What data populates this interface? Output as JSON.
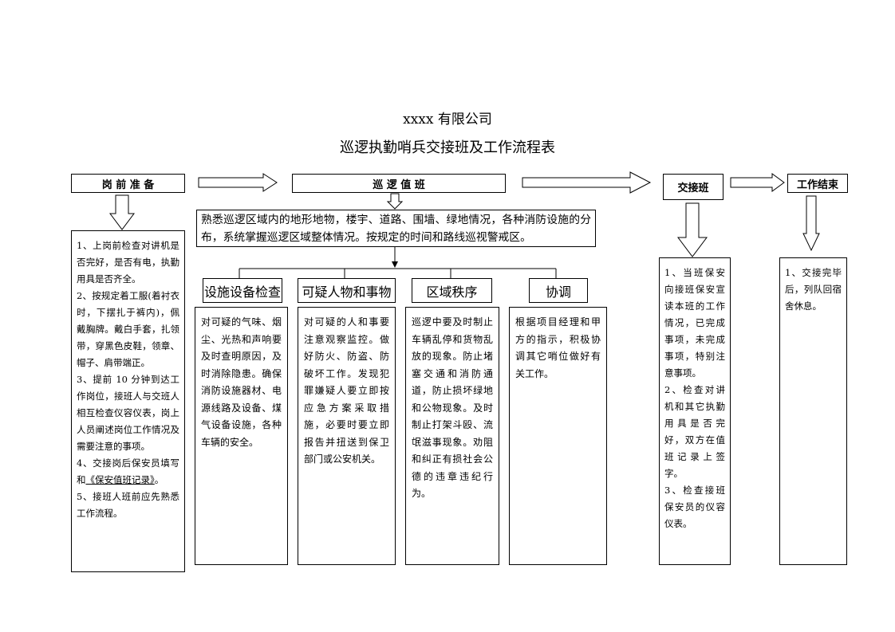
{
  "header": {
    "company": "xxxx 有限公司",
    "title": "巡逻执勤哨兵交接班及工作流程表"
  },
  "stages": {
    "prep": {
      "label": "岗 前 准 备",
      "items": [
        {
          "text": "1、上岗前检查对讲机是否完好，是否有电，执勤用具是否齐全。"
        },
        {
          "text": "2、按规定着工服(着衬衣时，下摆扎于裤内)，佩戴胸牌。戴白手套，扎领带，穿黑色皮鞋，领章、帽子、肩带端正。"
        },
        {
          "text": "3、提前 10 分钟到达工作岗位，接班人与交班人相互检查仪容仪表，岗上人员阐述岗位工作情况及需要注意的事项。"
        },
        {
          "text": "4、交接岗后保安员填写和",
          "underlined": "《保安值班记录》",
          "tail": "。"
        },
        {
          "text": "5、接班人班前应先熟悉工作流程。"
        }
      ]
    },
    "patrol": {
      "label": "巡 逻 值 班",
      "description": "熟悉巡逻区域内的地形地物，楼宇、道路、围墙、绿地情况，各种消防设施的分布，系统掌握巡逻区域整体情况。按规定的时间和路线巡视警戒区。",
      "tasks": [
        {
          "label": "设施设备检查",
          "text": "对可疑的气味、烟尘、光热和声响要及时查明原因，及时消除隐患。确保消防设施器材、电源线路及设备、煤气设备设施，各种车辆的安全。"
        },
        {
          "label": "可疑人物和事物",
          "text": "对可疑的人和事要注意观察监控。做好防火、防盗、防破坏工作。发现犯罪嫌疑人要立即按应急方案采取措施，必要时要立即报告并扭送到保卫部门或公安机关。"
        },
        {
          "label": "区域秩序",
          "text": "巡逻中要及时制止车辆乱停和货物乱放的现象。防止堵塞交通和消防通道，防止损坏绿地和公物现象。及时制止打架斗殴、流氓滋事现象。劝阻和纠正有损社会公德的违章违纪行为。"
        },
        {
          "label": "协调",
          "text": "根据项目经理和甲方的指示，积极协调其它哨位做好有关工作。"
        }
      ]
    },
    "handover": {
      "label": "交接班",
      "items": [
        "1、当班保安向接班保安宣读本班的工作情况，已完成事项，未完成事项，特别注意事项。",
        "2、检查对讲机和其它执勤用具是否完好，双方在值班记录上签字。",
        "3、检查接班保安员的仪容仪表。"
      ]
    },
    "end": {
      "label": "工作结束",
      "items": [
        "1、交接完毕后，列队回宿舍休息。"
      ]
    }
  },
  "colors": {
    "line": "#000000",
    "background": "#ffffff"
  }
}
